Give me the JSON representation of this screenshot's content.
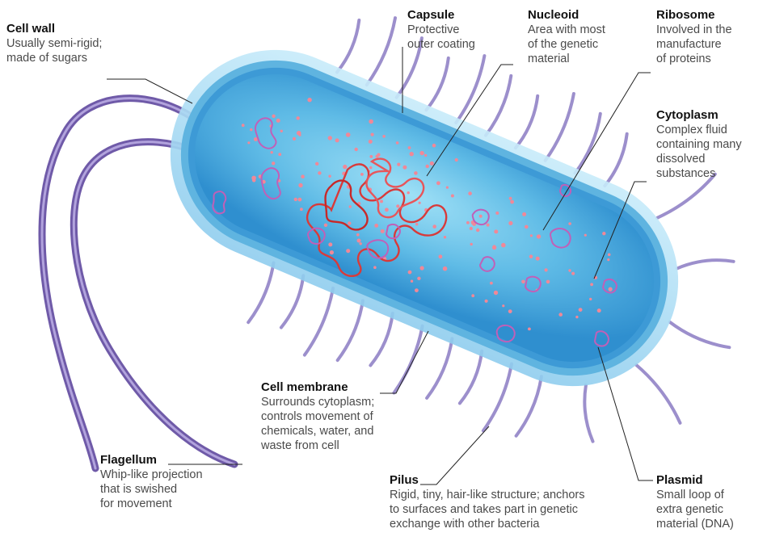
{
  "labels": [
    {
      "id": "cell-wall",
      "title": "Cell wall",
      "desc": "Usually semi-rigid;\nmade of sugars"
    },
    {
      "id": "capsule",
      "title": "Capsule",
      "desc": "Protective\nouter coating"
    },
    {
      "id": "nucleoid",
      "title": "Nucleoid",
      "desc": "Area with most\nof the genetic\nmaterial"
    },
    {
      "id": "ribosome",
      "title": "Ribosome",
      "desc": "Involved in the\nmanufacture\nof proteins"
    },
    {
      "id": "cytoplasm",
      "title": "Cytoplasm",
      "desc": "Complex fluid\ncontaining many\ndissolved\nsubstances"
    },
    {
      "id": "cell-membrane",
      "title": "Cell membrane",
      "desc": "Surrounds cytoplasm;\ncontrols movement of\nchemicals, water, and\nwaste from cell"
    },
    {
      "id": "flagellum",
      "title": "Flagellum",
      "desc": "Whip-like projection\nthat is swished\nfor movement"
    },
    {
      "id": "pilus",
      "title": "Pilus",
      "desc": "Rigid, tiny, hair-like structure; anchors\nto surfaces and takes part in genetic\nexchange with other bacteria"
    },
    {
      "id": "plasmid",
      "title": "Plasmid",
      "desc": "Small loop of\nextra genetic\nmaterial (DNA)"
    }
  ],
  "colors": {
    "capsule": "#a9dcf2",
    "cell_wall": "#5fb4e0",
    "cytoplasm": "#49a8dc",
    "pilus": "#9c8fcc",
    "flagellum": "#6f5aa8",
    "nucleoid": "#d83a3a",
    "plasmid": "#c060b8",
    "ribosome": "#f08898",
    "leader": "#222222"
  }
}
